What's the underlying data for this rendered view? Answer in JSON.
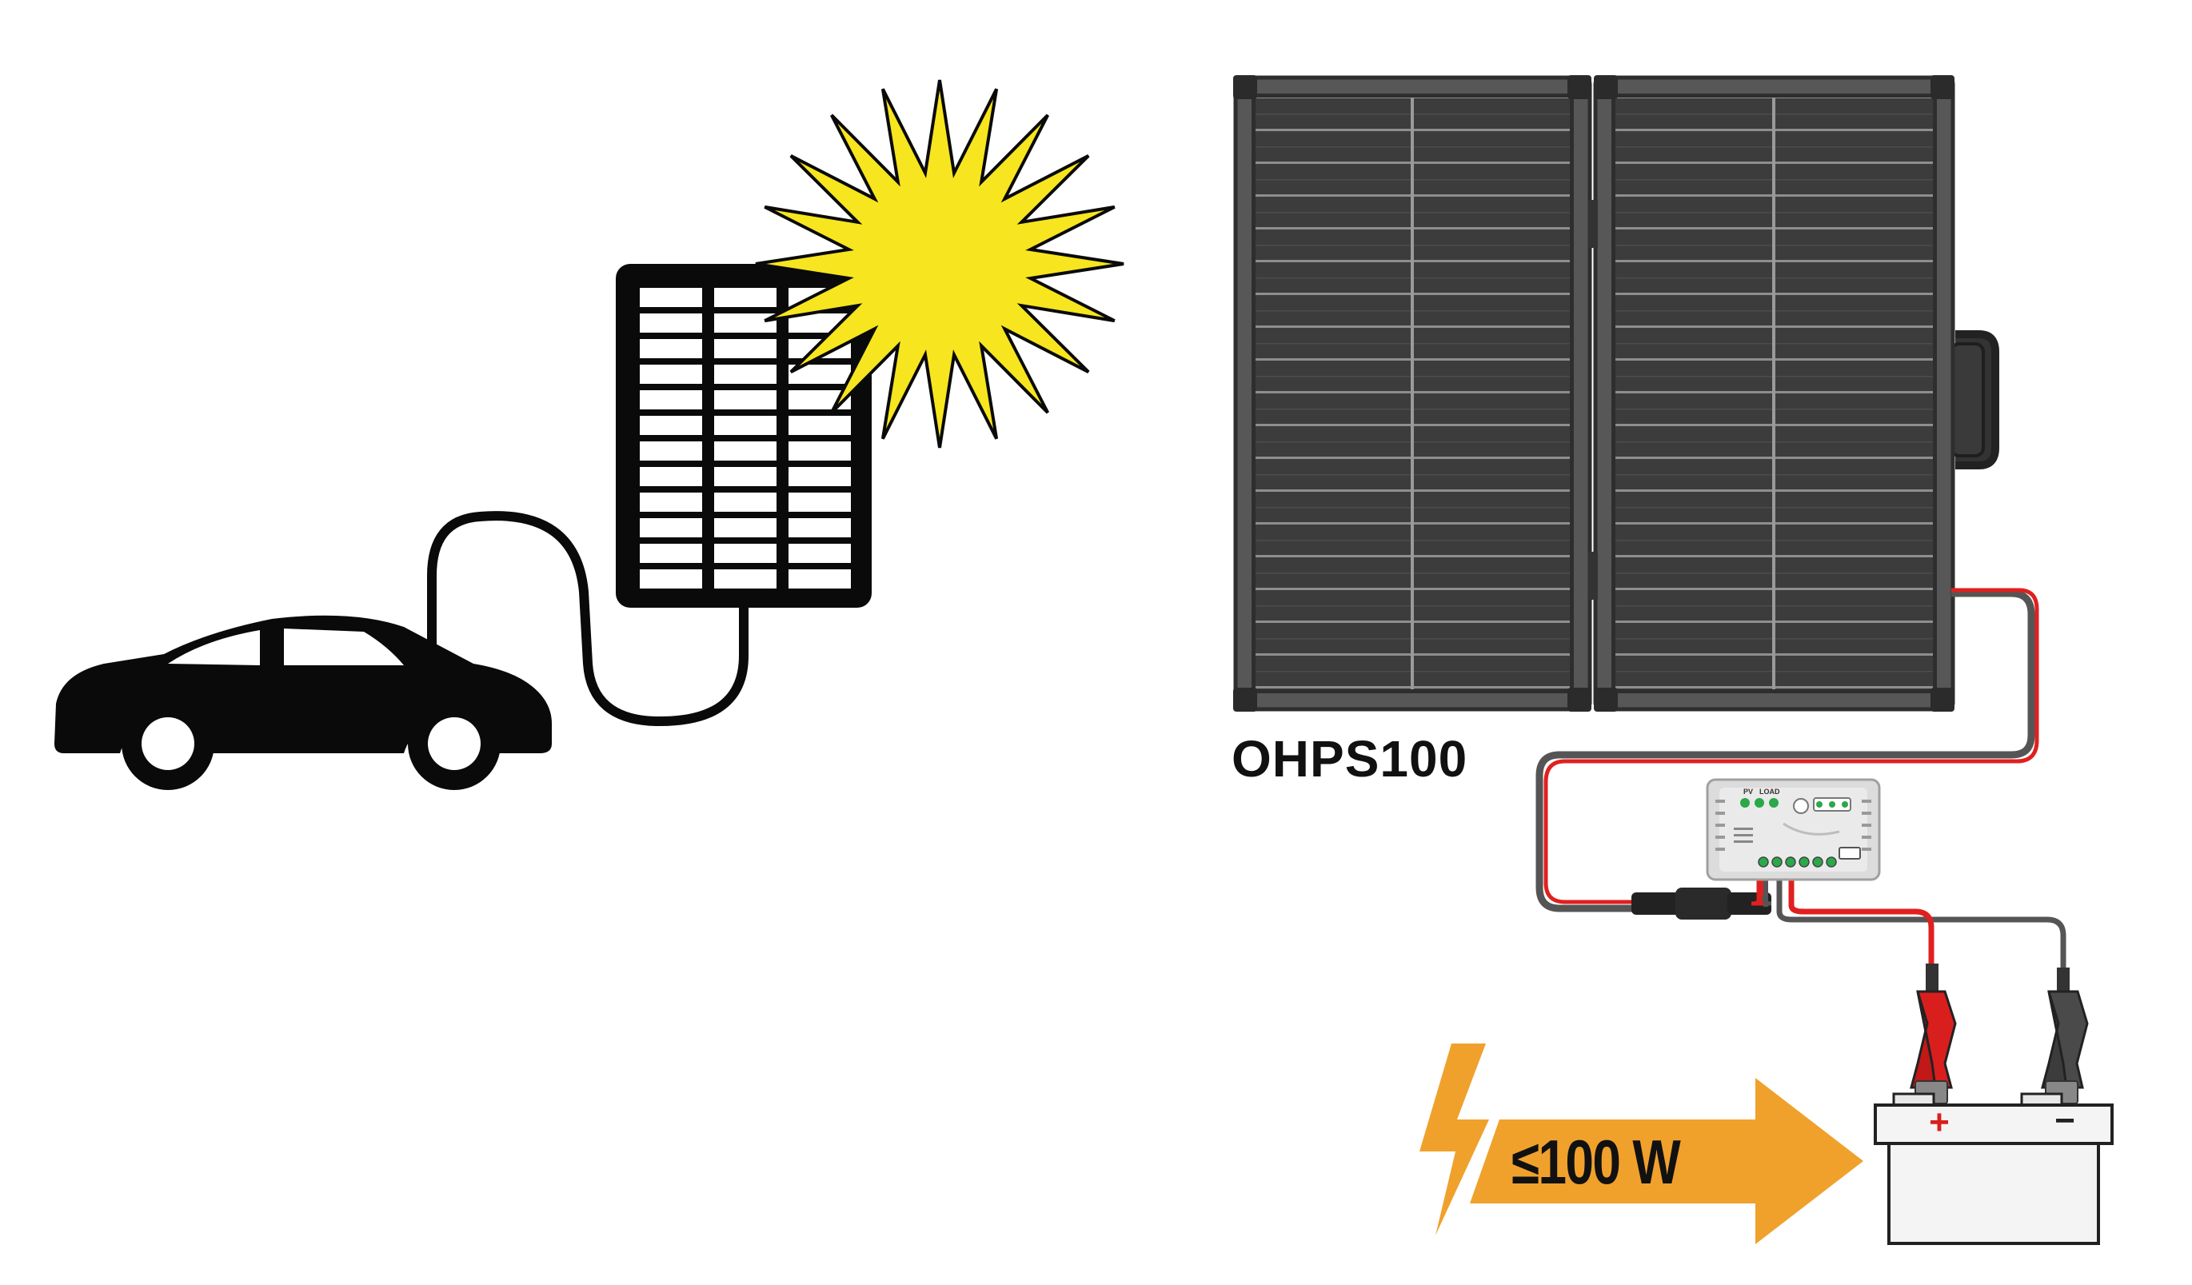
{
  "product": {
    "model": "OHPS100"
  },
  "power_arrow": {
    "label": "≤100 W"
  },
  "controller": {
    "pv_label": "PV",
    "load_label": "LOAD"
  },
  "battery": {
    "positive_symbol": "+",
    "negative_symbol": "−"
  },
  "colors": {
    "sun_fill": "#f7e51f",
    "arrow_fill": "#f0a12c",
    "bolt_fill": "#f0a12c",
    "cable_positive": "#e02020",
    "cable_negative": "#555555",
    "panel_cell": "#3a3a3a",
    "panel_frame": "#5a5a5a"
  },
  "icons": [
    "car-icon",
    "solar-panel-icon",
    "sun-icon",
    "lightning-icon",
    "battery-icon"
  ]
}
